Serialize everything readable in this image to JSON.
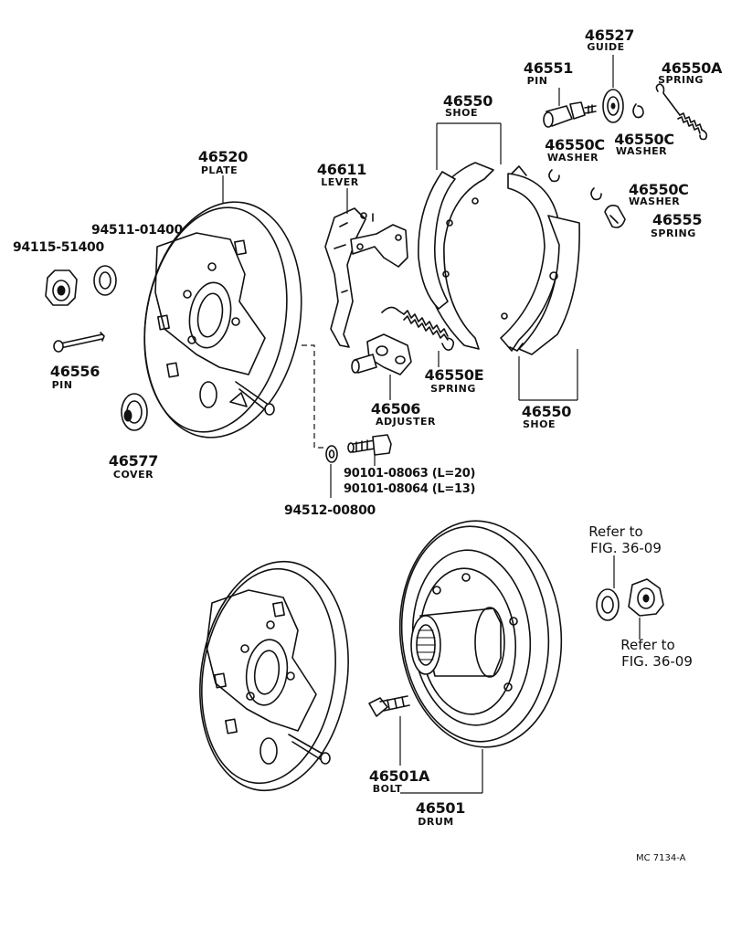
{
  "parts": {
    "plate": {
      "number": "46520",
      "name": "PLATE"
    },
    "nut": {
      "number": "94115-51400"
    },
    "washer_plate": {
      "number": "94511-01400"
    },
    "pin_46556": {
      "number": "46556",
      "name": "PIN"
    },
    "cover": {
      "number": "46577",
      "name": "COVER"
    },
    "lever": {
      "number": "46611",
      "name": "LEVER"
    },
    "adjuster": {
      "number": "46506",
      "name": "ADJUSTER"
    },
    "spring_e": {
      "number": "46550E",
      "name": "SPRING"
    },
    "bolt_a": {
      "number": "90101-08063 (L=20)"
    },
    "bolt_b": {
      "number": "90101-08064 (L=13)"
    },
    "lock_washer": {
      "number": "94512-00800"
    },
    "shoe_top": {
      "number": "46550",
      "name": "SHOE"
    },
    "shoe_bottom": {
      "number": "46550",
      "name": "SHOE"
    },
    "pin_46551": {
      "number": "46551",
      "name": "PIN"
    },
    "guide": {
      "number": "46527",
      "name": "GUIDE"
    },
    "spring_a": {
      "number": "46550A",
      "name": "SPRING"
    },
    "washer_c1": {
      "number": "46550C",
      "name": "WASHER"
    },
    "washer_c2": {
      "number": "46550C",
      "name": "WASHER"
    },
    "washer_c3": {
      "number": "46550C",
      "name": "WASHER"
    },
    "spring_55": {
      "number": "46555",
      "name": "SPRING"
    },
    "bolt_drum": {
      "number": "46501A",
      "name": "BOLT"
    },
    "drum": {
      "number": "46501",
      "name": "DRUM"
    }
  },
  "refs": {
    "ref1_line1": "Refer to",
    "ref1_line2": "FIG. 36-09",
    "ref2_line1": "Refer to",
    "ref2_line2": "FIG. 36-09"
  },
  "code": "MC 7134-A"
}
